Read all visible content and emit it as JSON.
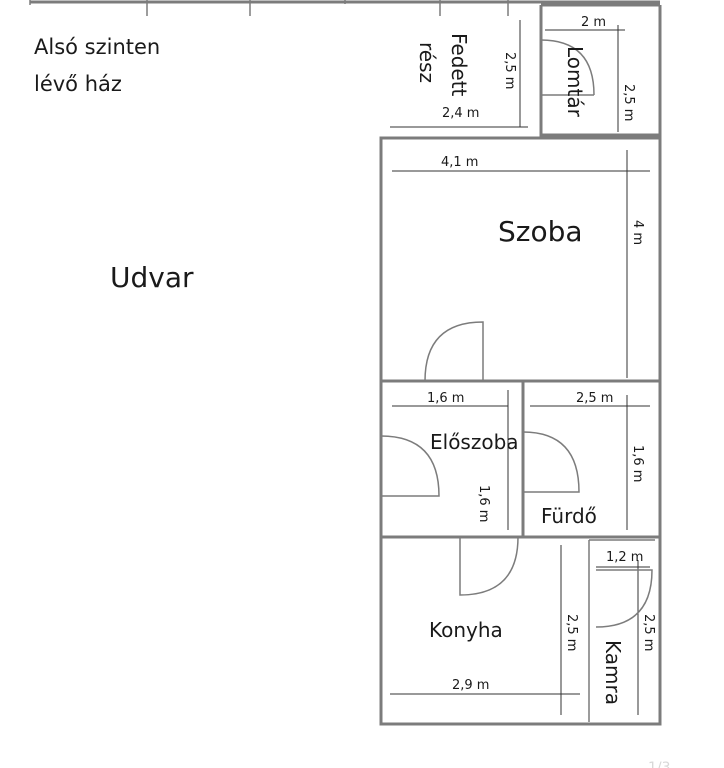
{
  "title": {
    "line1": "Alsó szinten",
    "line2": "lévő ház"
  },
  "rooms": {
    "udvar": "Udvar",
    "fedett_line1": "Fedett",
    "fedett_line2": "rész",
    "lomtar": "Lomtár",
    "szoba": "Szoba",
    "eloszoba": "Előszoba",
    "furdo": "Fürdő",
    "konyha": "Konyha",
    "kamra": "Kamra"
  },
  "dimensions": {
    "fedett_height": "2,5 m",
    "fedett_width": "2,4 m",
    "lomtar_width": "2 m",
    "lomtar_height": "2,5 m",
    "szoba_width": "4,1 m",
    "szoba_height": "4 m",
    "eloszoba_width": "1,6 m",
    "eloszoba_height": "1,6 m",
    "furdo_width": "2,5 m",
    "furdo_height": "1,6 m",
    "konyha_width": "2,9 m",
    "konyha_height": "2,5 m",
    "kamra_width": "1,2 m",
    "kamra_height": "2,5 m"
  },
  "page_indicator": "1/3"
}
